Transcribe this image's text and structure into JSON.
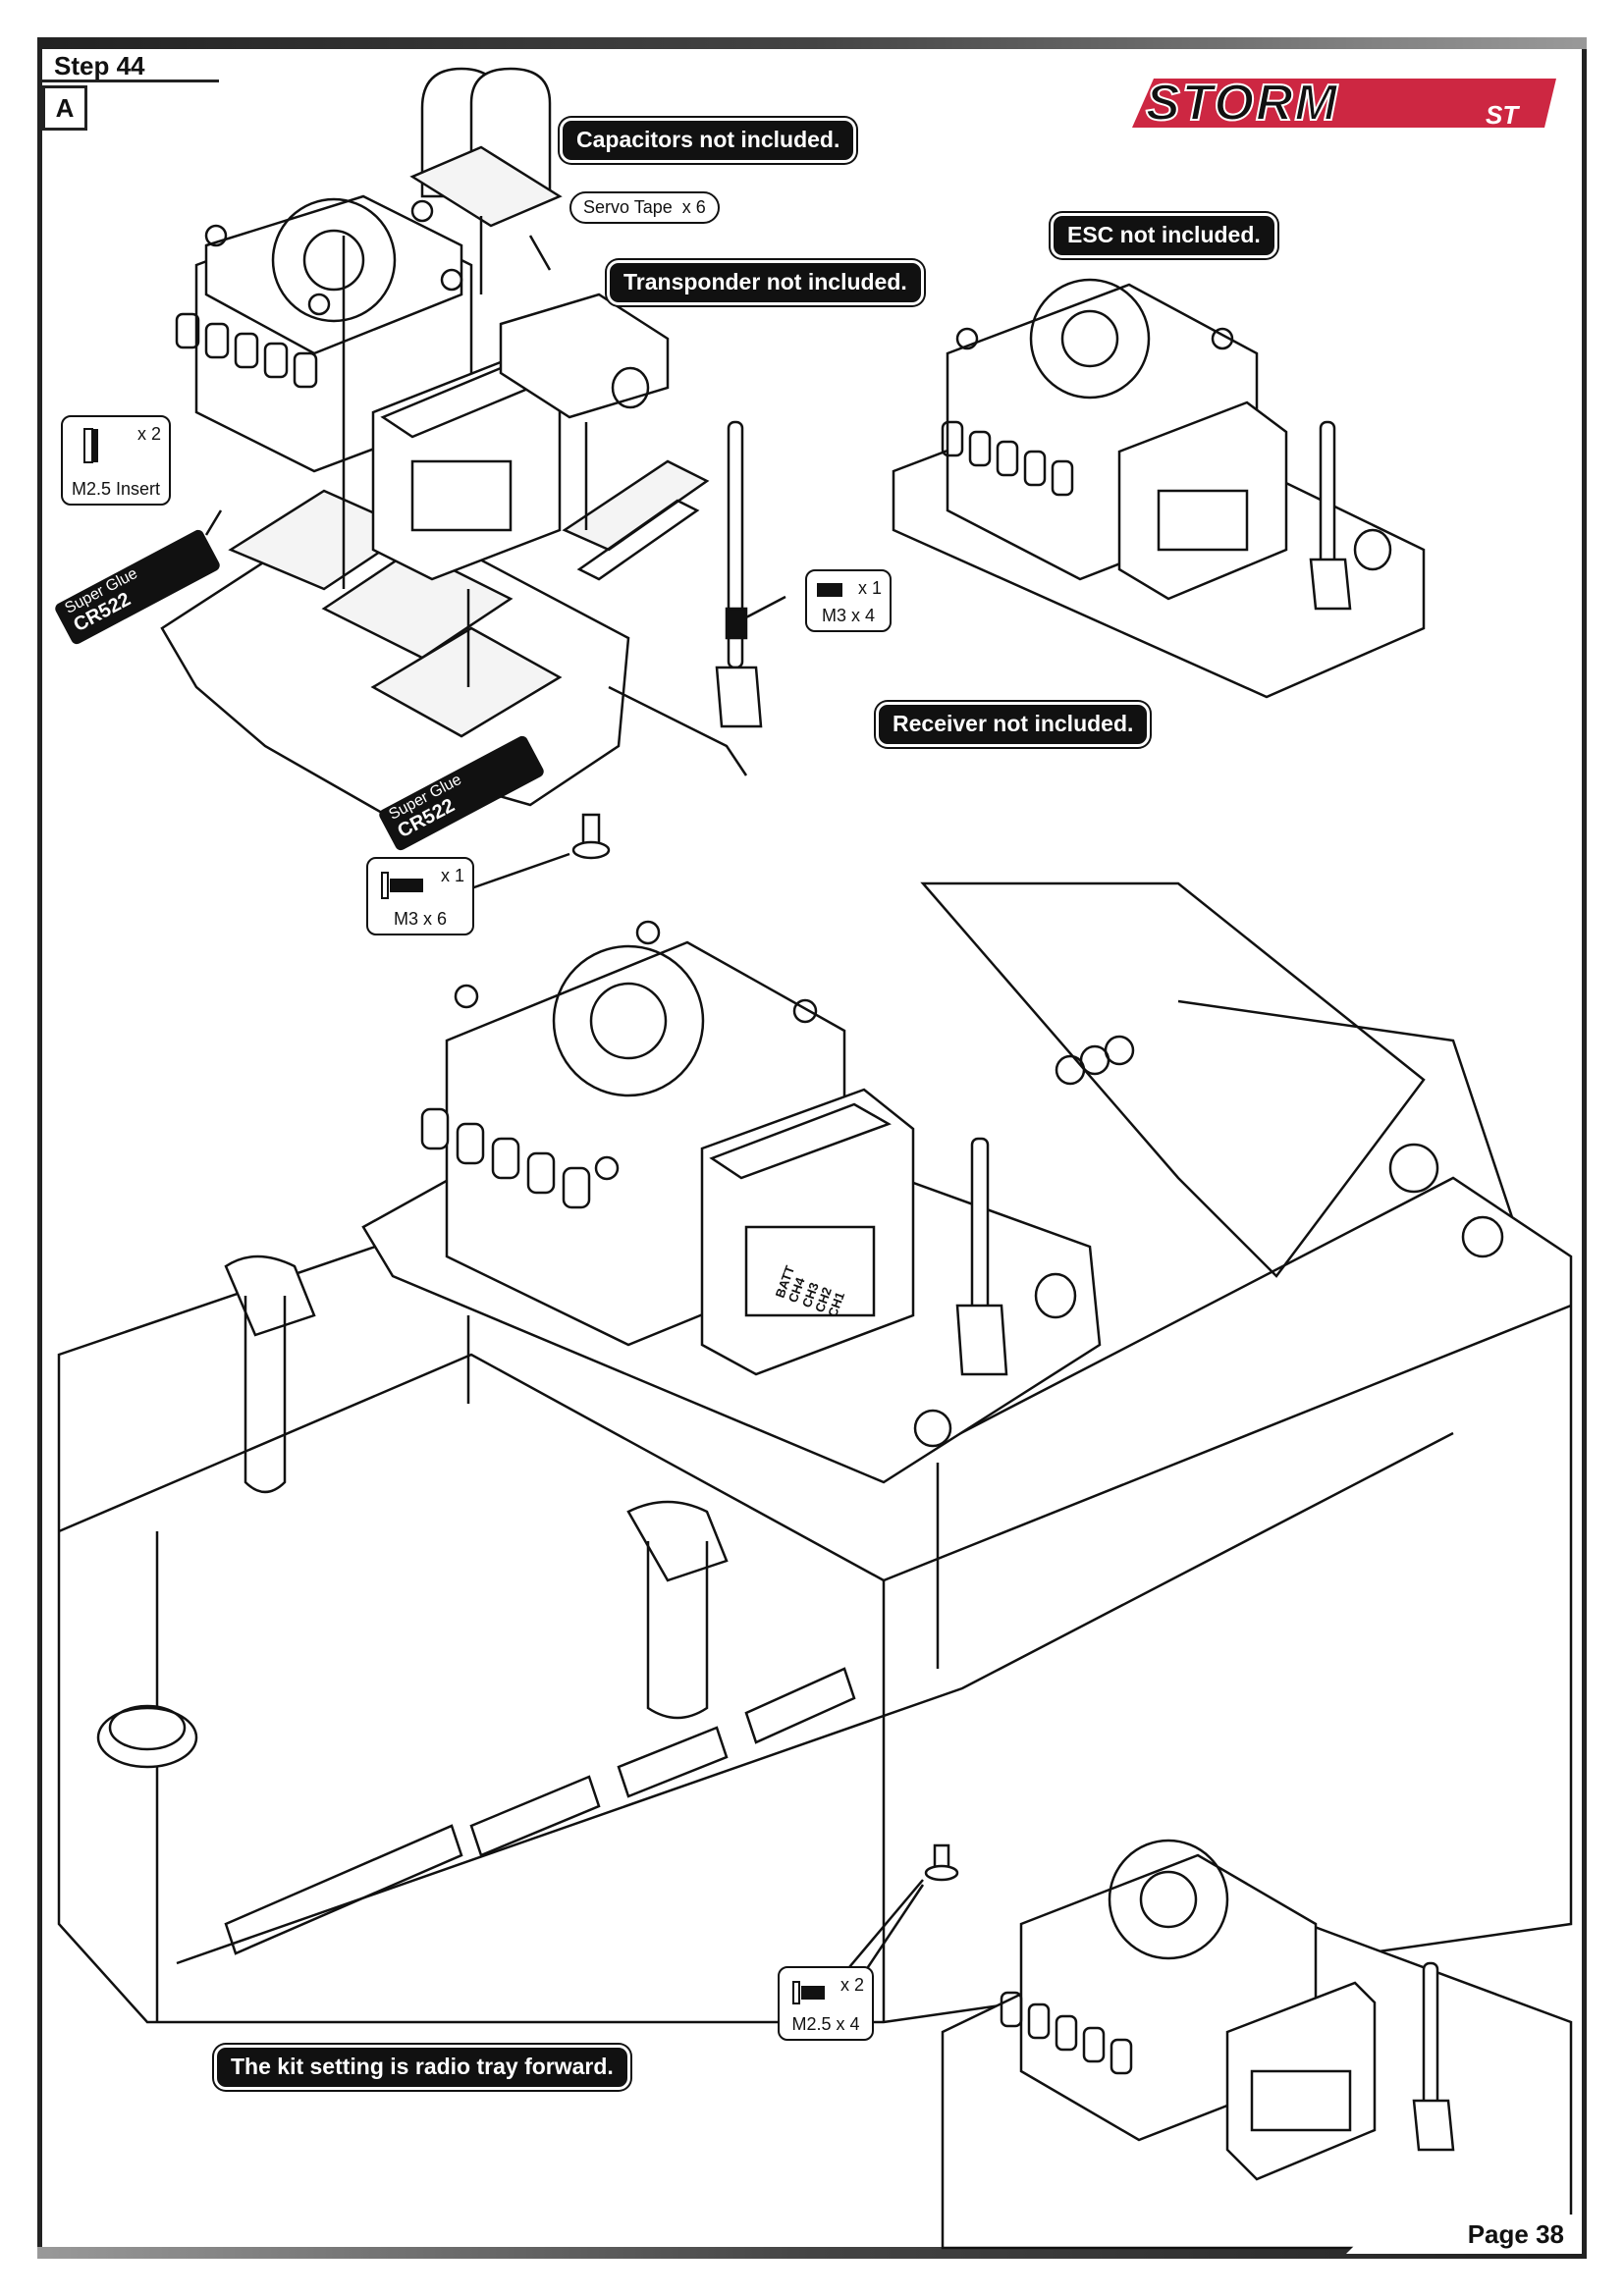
{
  "header": {
    "step": "Step 44",
    "sub_step": "A",
    "brand_main": "STORM",
    "brand_suffix": "ST"
  },
  "footer": {
    "page": "Page 38"
  },
  "notes": {
    "capacitors": "Capacitors not included.",
    "esc": "ESC not included.",
    "transponder": "Transponder not included.",
    "receiver": "Receiver not included.",
    "radio_tray": "The kit setting is radio tray forward."
  },
  "parts": {
    "servo_tape": {
      "label": "Servo Tape",
      "qty": "x 6"
    },
    "insert": {
      "size": "M2.5 Insert",
      "qty": "x 2"
    },
    "screw_m3x4": {
      "size": "M3 x 4",
      "qty": "x 1"
    },
    "screw_m3x6": {
      "size": "M3 x 6",
      "qty": "x 1"
    },
    "screw_m25x4": {
      "size": "M2.5 x 4",
      "qty": "x 2"
    }
  },
  "glue": {
    "label": "Super Glue",
    "code": "CR522"
  },
  "receiver_channels": [
    "BATT",
    "CH4",
    "CH3",
    "CH2",
    "CH1"
  ]
}
